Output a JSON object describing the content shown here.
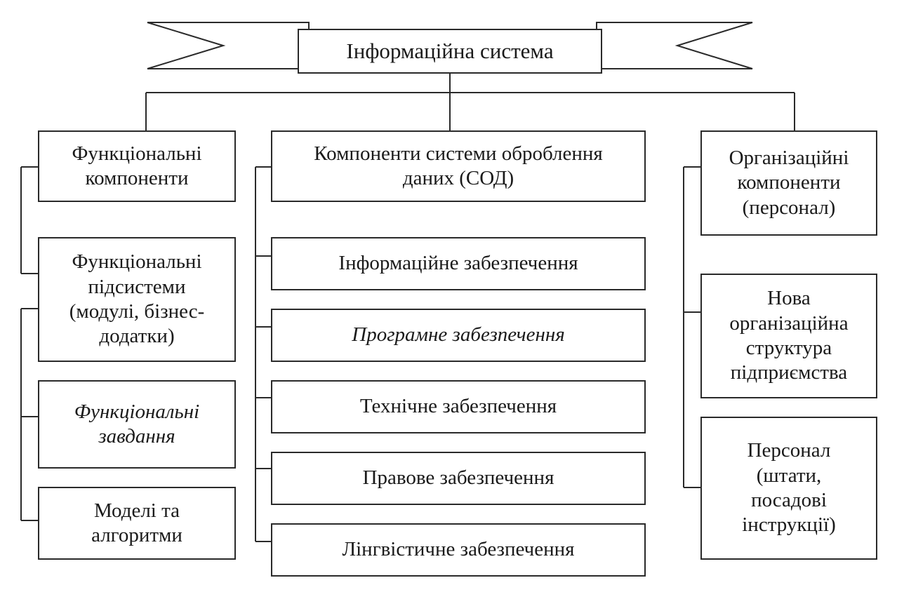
{
  "title": "Інформаційна система",
  "columns": {
    "functional": {
      "header": "Функціональні\nкомпоненти",
      "items": [
        "Функціональні\nпідсистеми\n(модулі, бізнес-\nдодатки)",
        "Функціональні\nзавдання",
        "Моделі та\nалгоритми"
      ]
    },
    "data_processing": {
      "header": "Компоненти системи оброблення\nданих (СОД)",
      "items": [
        "Інформаційне забезпечення",
        "Програмне забезпечення",
        "Технічне забезпечення",
        "Правове забезпечення",
        "Лінгвістичне забезпечення"
      ]
    },
    "organizational": {
      "header": "Організаційні\nкомпоненти\n(персонал)",
      "items": [
        "Нова\nорганізаційна\nструктура\nпідприємства",
        "Персонал\n(штати,\nпосадові\nінструкції)"
      ]
    }
  }
}
